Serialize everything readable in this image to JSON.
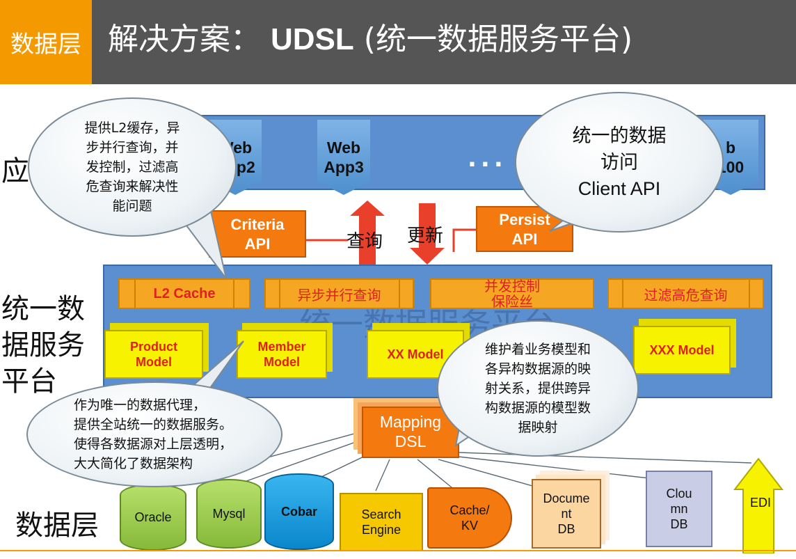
{
  "header": {
    "section_tag": "数据层",
    "title_prefix": "解决方案：",
    "title_main": "UDSL",
    "title_suffix": "(统一数据服务平台)"
  },
  "apps": {
    "side_label": "应",
    "web_app2": [
      "Web",
      "App2"
    ],
    "web_app3": [
      "Web",
      "App3"
    ],
    "dots": "...",
    "web_app100": [
      "b",
      "100"
    ]
  },
  "apis": {
    "criteria": [
      "Criteria",
      "API"
    ],
    "persist": [
      "Persist",
      "API"
    ],
    "query": "查询",
    "update": "更新"
  },
  "platform": {
    "side_label": [
      "统一数",
      "据服务",
      "平台"
    ],
    "background_title": "统一数据服务平台",
    "features": [
      "L2 Cache",
      "异步并行查询",
      [
        "并发控制",
        "保险丝"
      ],
      "过滤高危查询"
    ],
    "models": [
      [
        "Product",
        "Model"
      ],
      [
        "Member",
        "Model"
      ],
      [
        "XX Model"
      ],
      [
        "XXX Model"
      ]
    ]
  },
  "mapping": [
    "Mapping",
    "DSL"
  ],
  "data_layer": {
    "label": "数据层",
    "stores": [
      "Oracle",
      "Mysql",
      "Cobar",
      [
        "Search",
        "Engine"
      ],
      [
        "Cache/",
        "KV"
      ],
      [
        "Docume",
        "nt",
        "DB"
      ],
      [
        "Clou",
        "mn",
        "DB"
      ],
      "EDI"
    ]
  },
  "bubbles": {
    "top_left": [
      "提供L2缓存，异",
      "步并行查询，并",
      "发控制，过滤高",
      "危查询来解决性",
      "能问题"
    ],
    "top_right": [
      "统一的数据",
      "访问",
      "Client API"
    ],
    "bottom_left": [
      "作为唯一的数据代理，",
      "提供全站统一的数据服务。",
      "使得各数据源对上层透明，",
      "大大简化了数据架构"
    ],
    "bottom_right": [
      "维护着业务模型和",
      "各异构数据源的映",
      "射关系，提供跨异",
      "构数据源的模型数",
      "据映射"
    ]
  },
  "colors": {
    "header_bg": "#555555",
    "accent_orange": "#f49a00",
    "app_blue": "#5b8fd0",
    "api_orange": "#f47a10",
    "feature_orange": "#f5a623",
    "model_yellow": "#f7f200",
    "arrow_red": "#e8402a",
    "edi_yellow": "#f7f200"
  }
}
